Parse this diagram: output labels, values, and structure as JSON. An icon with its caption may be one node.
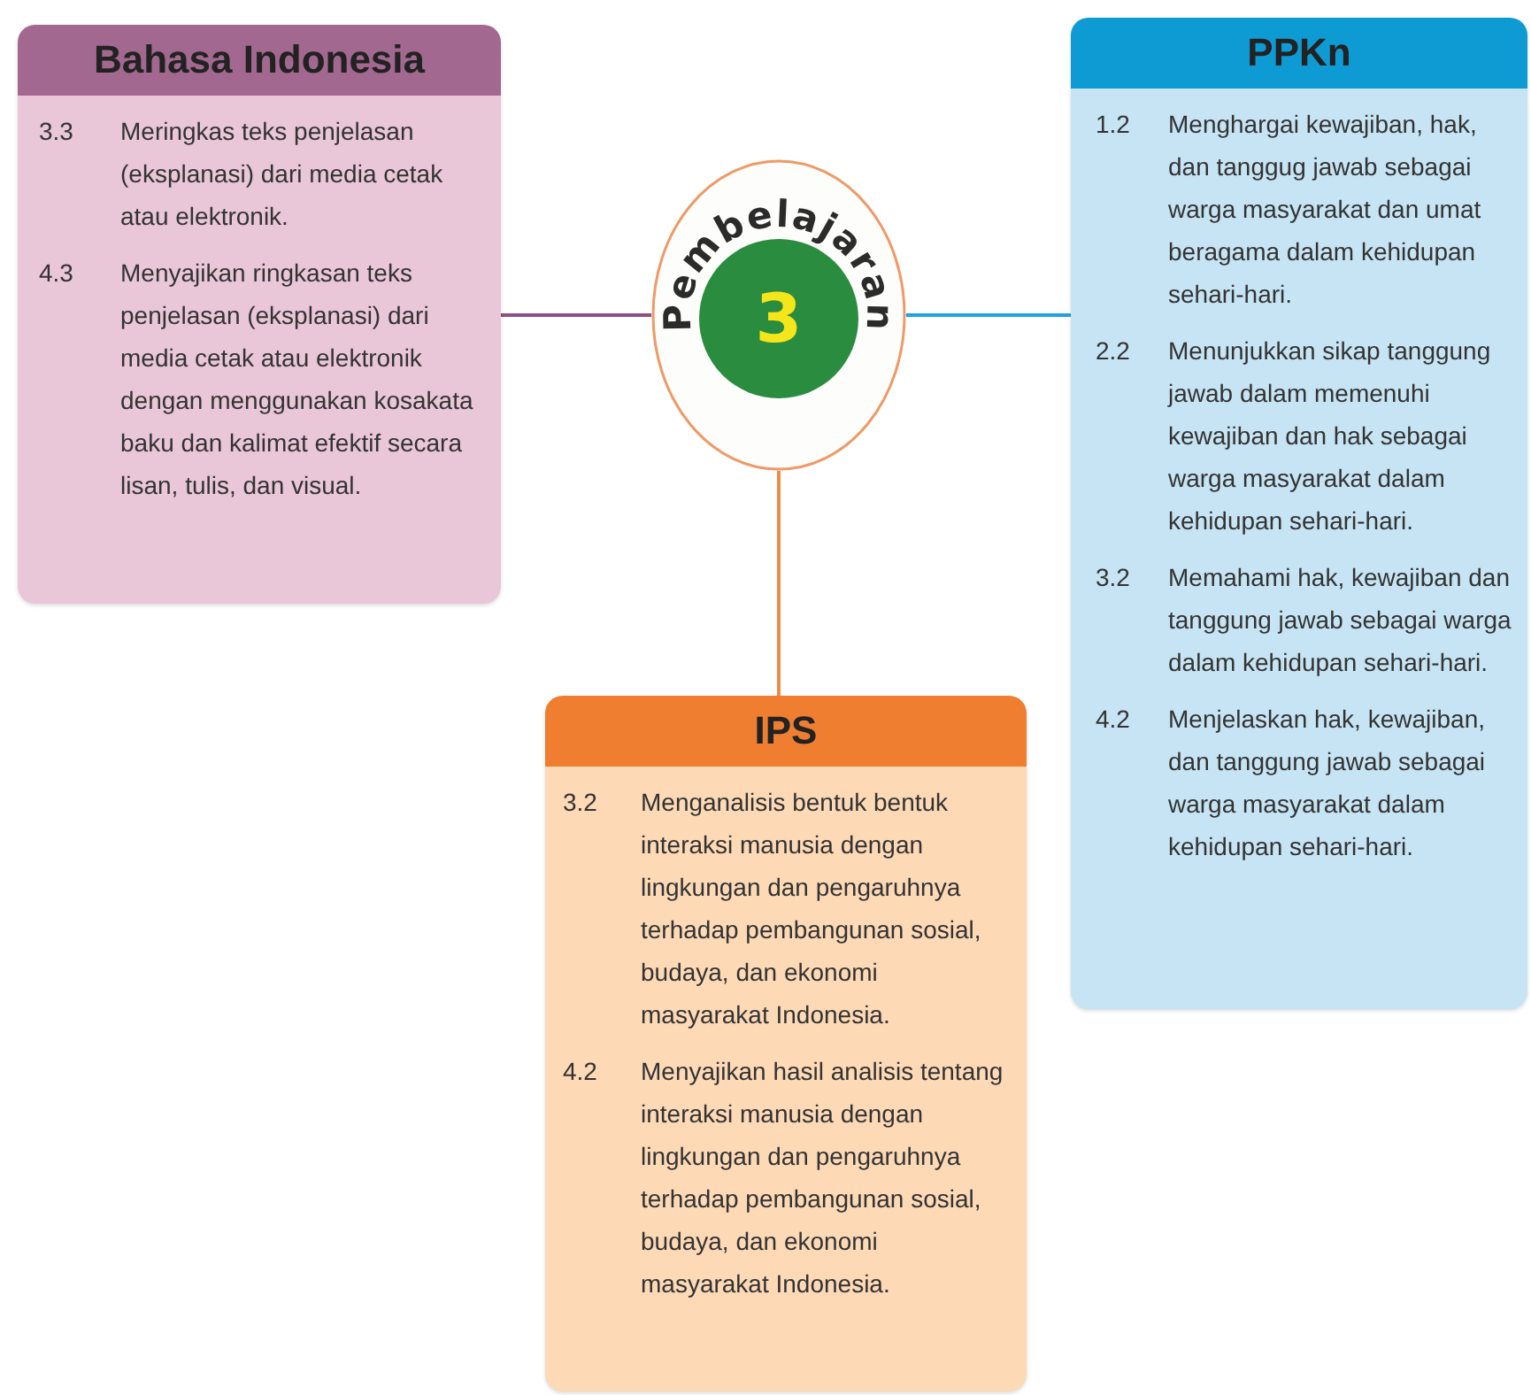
{
  "diagram": {
    "nodes": [
      {
        "text": [
          "Pembelajaran",
          "3"
        ]
      },
      {
        "text": [
          "Bahasa Indonesia",
          "3.3",
          "Meringkas teks penjelasan (eksplanasi) dari media cetak atau elektronik.",
          "4.3",
          "Menyajikan ringkasan teks penjelasan (eksplanasi) dari media cetak atau elektronik dengan menggunakan kosakata baku dan kalimat efektif secara lisan, tulis, dan visual."
        ]
      },
      {
        "text": [
          "PPKn",
          "1.2",
          "Menghargai kewajiban, hak, dan tanggug jawab sebagai warga masyarakat dan umat beragama dalam kehidupan sehari-hari.",
          "2.2",
          "Menunjukkan sikap tanggung jawab dalam memenuhi kewajiban dan hak sebagai warga masyarakat dalam kehidupan sehari-hari.",
          "3.2",
          "Memahami hak, kewajiban dan tanggung jawab sebagai warga dalam kehidupan sehari-hari.",
          "4.2",
          "Menjelaskan hak, kewajiban, dan tanggung jawab sebagai warga masyarakat dalam kehidupan sehari-hari."
        ]
      },
      {
        "text": [
          "IPS",
          "3.2",
          "Menganalisis bentuk bentuk interaksi manusia dengan lingkungan dan pengaruhnya terhadap pembangunan sosial, budaya, dan ekonomi masyarakat Indonesia.",
          "4.2",
          "Menyajikan hasil analisis tentang interaksi manusia dengan lingkungan dan pengaruhnya terhadap pembangunan sosial, budaya, dan ekonomi masyarakat Indonesia."
        ]
      }
    ],
    "edges": [
      {
        "from": 0,
        "to": 1,
        "arrow": "none",
        "color": "#8e4f86"
      },
      {
        "from": 0,
        "to": 2,
        "arrow": "none",
        "color": "#1fa3dc"
      },
      {
        "from": 0,
        "to": 3,
        "arrow": "none",
        "color": "#ee8a4a"
      }
    ]
  }
}
